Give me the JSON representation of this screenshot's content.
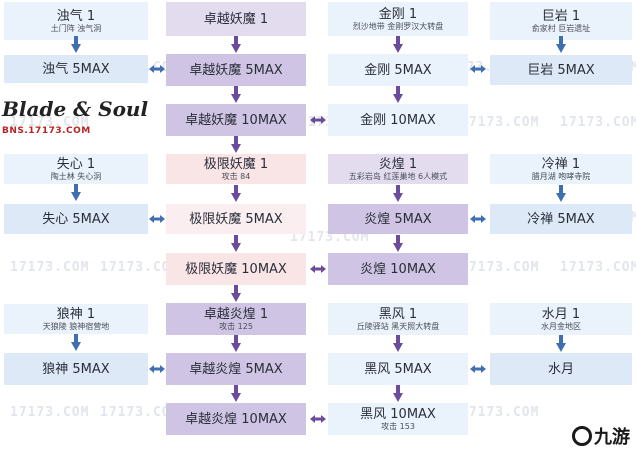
{
  "watermark": "17173.COM",
  "logo": {
    "main": "Blade & Soul",
    "sub": "BNS.17173.COM"
  },
  "corner_logo": "九游",
  "col1": {
    "zhuoqi1": {
      "title": "浊气 1",
      "sub": "土门阵  浊气洞"
    },
    "zhuoqi5": {
      "title": "浊气 5MAX"
    },
    "shixin1": {
      "title": "失心 1",
      "sub": "陶土林  失心洞"
    },
    "shixin5": {
      "title": "失心 5MAX"
    },
    "langshen1": {
      "title": "狼神 1",
      "sub": "天狼陵  狼神宿营地"
    },
    "langshen5": {
      "title": "狼神 5MAX"
    }
  },
  "col2": {
    "zy1": {
      "title": "卓越妖魔 1"
    },
    "zy5": {
      "title": "卓越妖魔 5MAX"
    },
    "zy10": {
      "title": "卓越妖魔 10MAX"
    },
    "jx1": {
      "title": "极限妖魔 1",
      "sub": "攻击 84"
    },
    "jx5": {
      "title": "极限妖魔 5MAX"
    },
    "jx10": {
      "title": "极限妖魔 10MAX"
    },
    "zh1": {
      "title": "卓越炎煌 1",
      "sub": "攻击 125"
    },
    "zh5": {
      "title": "卓越炎煌 5MAX"
    },
    "zh10": {
      "title": "卓越炎煌 10MAX"
    }
  },
  "col3": {
    "jg1": {
      "title": "金刚 1",
      "sub": "烈沙地带  金刚罗汉大转盘"
    },
    "jg5": {
      "title": "金刚 5MAX"
    },
    "jg10": {
      "title": "金刚 10MAX"
    },
    "yh1": {
      "title": "炎煌 1",
      "sub": "五彩岩岛  红莲巢地 6人模式"
    },
    "yh5": {
      "title": "炎煌 5MAX"
    },
    "yh10": {
      "title": "炎煌 10MAX"
    },
    "hf1": {
      "title": "黑风 1",
      "sub": "丘陵驿站  黑天照大转盘"
    },
    "hf5": {
      "title": "黑风 5MAX"
    },
    "hf10": {
      "title": "黑风 10MAX",
      "sub": "攻击 153"
    }
  },
  "col4": {
    "jy1": {
      "title": "巨岩 1",
      "sub": "俞家村  巨岩遗址"
    },
    "jy5": {
      "title": "巨岩 5MAX"
    },
    "lc1": {
      "title": "冷禅 1",
      "sub": "腊月湖  咆哮寺院"
    },
    "lc5": {
      "title": "冷禅 5MAX"
    },
    "sy1": {
      "title": "水月 1",
      "sub": "水月金地区"
    },
    "sy5": {
      "title": "水月"
    }
  },
  "colors": {
    "blue_box": "#dde9f7",
    "purple_box": "#cfc4e3",
    "pink_box": "#f9e4e6",
    "arrow_purple": "#6b4b9b",
    "arrow_blue": "#3f6fb0"
  }
}
